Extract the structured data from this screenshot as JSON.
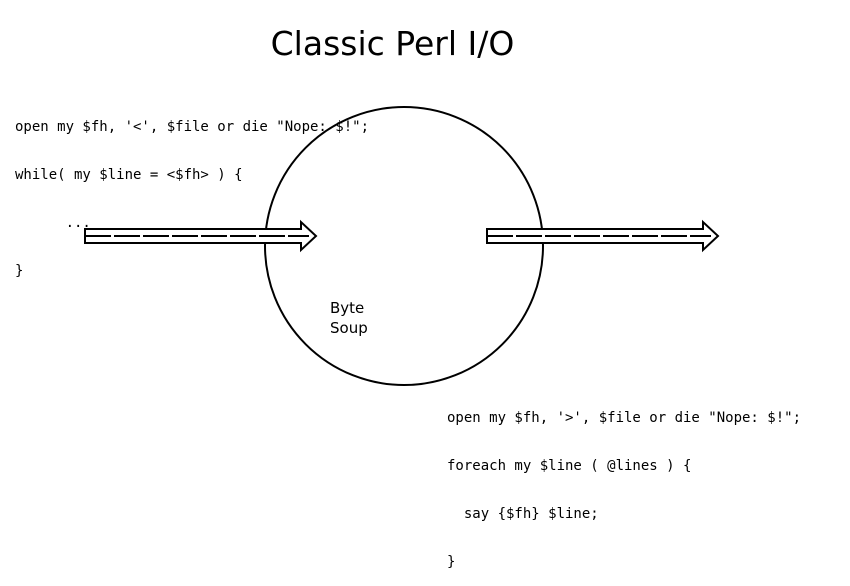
{
  "title": "Classic Perl I/O",
  "read_code": {
    "lines": [
      "open my $fh, '<', $file or die \"Nope: $!\";",
      "while( my $line = <$fh> ) {",
      "      ...",
      "}"
    ]
  },
  "write_code": {
    "lines": [
      "open my $fh, '>', $file or die \"Nope: $!\";",
      "foreach my $line ( @lines ) {",
      "  say {$fh} $line;",
      "}"
    ]
  },
  "circle": {
    "label_line_1": "Byte",
    "label_line_2": "Soup"
  },
  "colors": {
    "stroke": "#000000",
    "background": "#ffffff"
  }
}
